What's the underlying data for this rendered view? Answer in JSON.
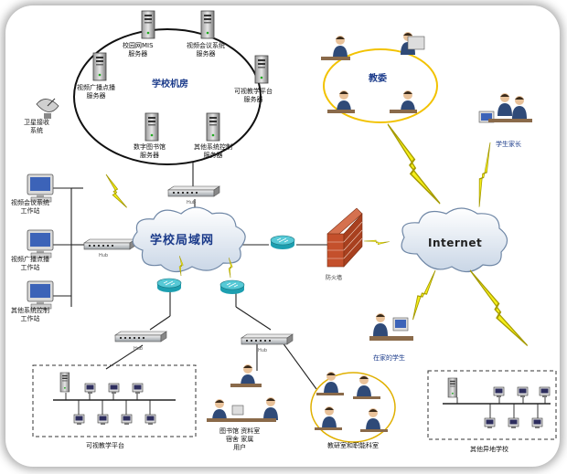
{
  "server_room": {
    "title": "学校机房",
    "servers": [
      {
        "label": "校园网MIS\n服务器"
      },
      {
        "label": "视频会议系统\n服务器"
      },
      {
        "label": "可视教学平台\n服务器"
      },
      {
        "label": "视频广播点播\n服务器"
      },
      {
        "label": "数字图书馆\n服务器"
      },
      {
        "label": "其他系统控制\n服务器"
      }
    ]
  },
  "lan_label": "学校局域网",
  "internet_label": "Internet",
  "firewall_label": "防火墙",
  "hub_label": "Hub",
  "satellite_label": "卫星接收\n系统",
  "workstations": [
    {
      "label": "视频会议系统\n工作站"
    },
    {
      "label": "视频广播点播\n工作站"
    },
    {
      "label": "其他系统控制\n工作站"
    }
  ],
  "education_bureau_label": "教委",
  "parents_label": "学生家长",
  "home_student_label": "在家的学生",
  "library_label": "图书馆 资料室\n宿舍 家属\n用户",
  "teaching_office_label": "教研室和职能科室",
  "visual_platform_label": "可视教学平台",
  "other_remote_label": "其他异地学校"
}
